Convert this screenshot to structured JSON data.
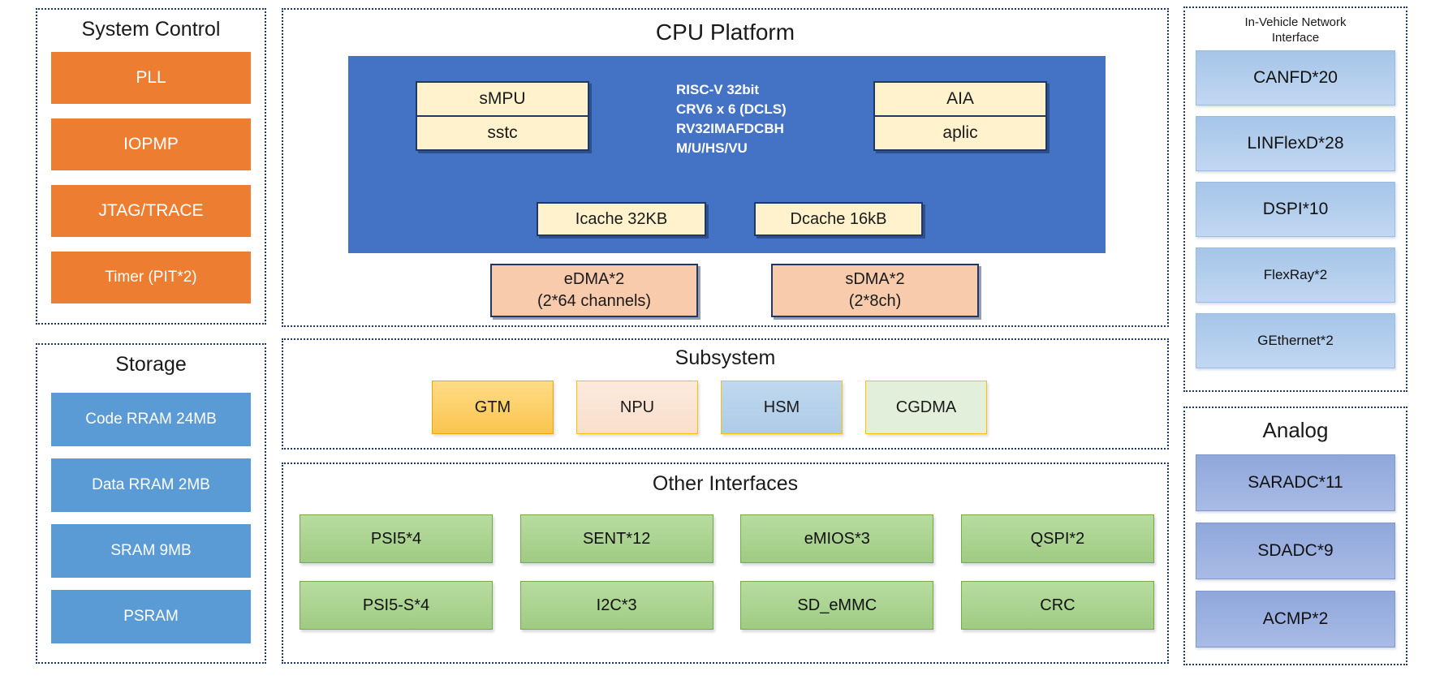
{
  "colors": {
    "orange": "#ED7D31",
    "storage_blue": "#5B9BD5",
    "cpu_blue": "#4472C4",
    "cream": "#FFF2CC",
    "salmon": "#F8CBAD",
    "navy": "#1F3864",
    "gold_border": "#FFC000",
    "green": "#A9D18E",
    "green_border": "#71AD47",
    "network_blue": "#B4CCEC",
    "analog_blue": "#8FAADC",
    "gold_fill": "#FFD966",
    "npu_pink": "#FBE5D6",
    "hsm_blue": "#BDD7EE",
    "cgdma_green": "#E2EFDA"
  },
  "sections": {
    "system_control": {
      "title": "System Control",
      "blocks": [
        "PLL",
        "IOPMP",
        "JTAG/TRACE",
        "Timer (PIT*2)"
      ]
    },
    "storage": {
      "title": "Storage",
      "blocks": [
        "Code RRAM 24MB",
        "Data RRAM 2MB",
        "SRAM 9MB",
        "PSRAM"
      ]
    },
    "cpu_platform": {
      "title": "CPU Platform",
      "mpu_stack": [
        "sMPU",
        "sstc"
      ],
      "core_info": [
        "RISC-V 32bit",
        "CRV6 x 6 (DCLS)",
        "RV32IMAFDCBH",
        "M/U/HS/VU"
      ],
      "aia_stack": [
        "AIA",
        "aplic"
      ],
      "caches": [
        "Icache 32KB",
        "Dcache 16kB"
      ],
      "dma": [
        [
          "eDMA*2",
          "(2*64 channels)"
        ],
        [
          "sDMA*2",
          "(2*8ch)"
        ]
      ]
    },
    "subsystem": {
      "title": "Subsystem",
      "blocks": [
        {
          "label": "GTM",
          "style": "gtm"
        },
        {
          "label": "NPU",
          "style": "npu"
        },
        {
          "label": "HSM",
          "style": "hsm"
        },
        {
          "label": "CGDMA",
          "style": "cgdma"
        }
      ]
    },
    "other_interfaces": {
      "title": "Other Interfaces",
      "rows": [
        [
          "PSI5*4",
          "SENT*12",
          "eMIOS*3",
          "QSPI*2"
        ],
        [
          "PSI5-S*4",
          "I2C*3",
          "SD_eMMC",
          "CRC"
        ]
      ]
    },
    "ivn": {
      "title_lines": [
        "In-Vehicle Network",
        "Interface"
      ],
      "blocks": [
        "CANFD*20",
        "LINFlexD*28",
        "DSPI*10",
        "FlexRay*2",
        "GEthernet*2"
      ]
    },
    "analog": {
      "title": "Analog",
      "blocks": [
        "SARADC*11",
        "SDADC*9",
        "ACMP*2"
      ]
    }
  }
}
